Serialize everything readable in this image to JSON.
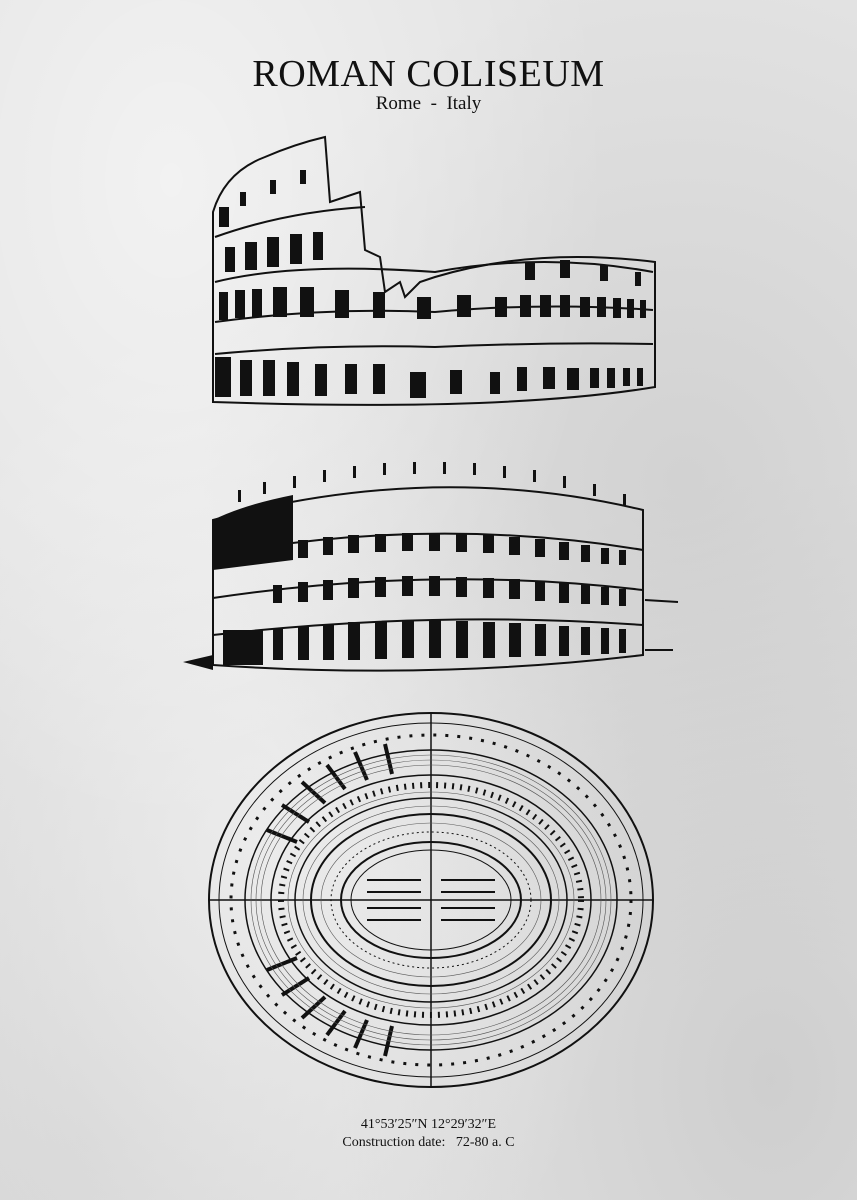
{
  "poster": {
    "title": "ROMAN COLISEUM",
    "subtitle": "Rome  -  Italy",
    "illustrations": [
      {
        "name": "ruined-side-view",
        "description": "Ink sketch of the partially ruined Colosseum exterior"
      },
      {
        "name": "restored-side-view",
        "description": "Ink sketch of the complete Colosseum exterior"
      },
      {
        "name": "floor-plan",
        "description": "Elliptical architectural plan of the Colosseum"
      }
    ],
    "coordinates": "41°53′25″N 12°29′32″E",
    "construction_date": "Construction date:   72-80 a. C"
  },
  "colors": {
    "background": "#e2e2e2",
    "ink": "#111111"
  }
}
